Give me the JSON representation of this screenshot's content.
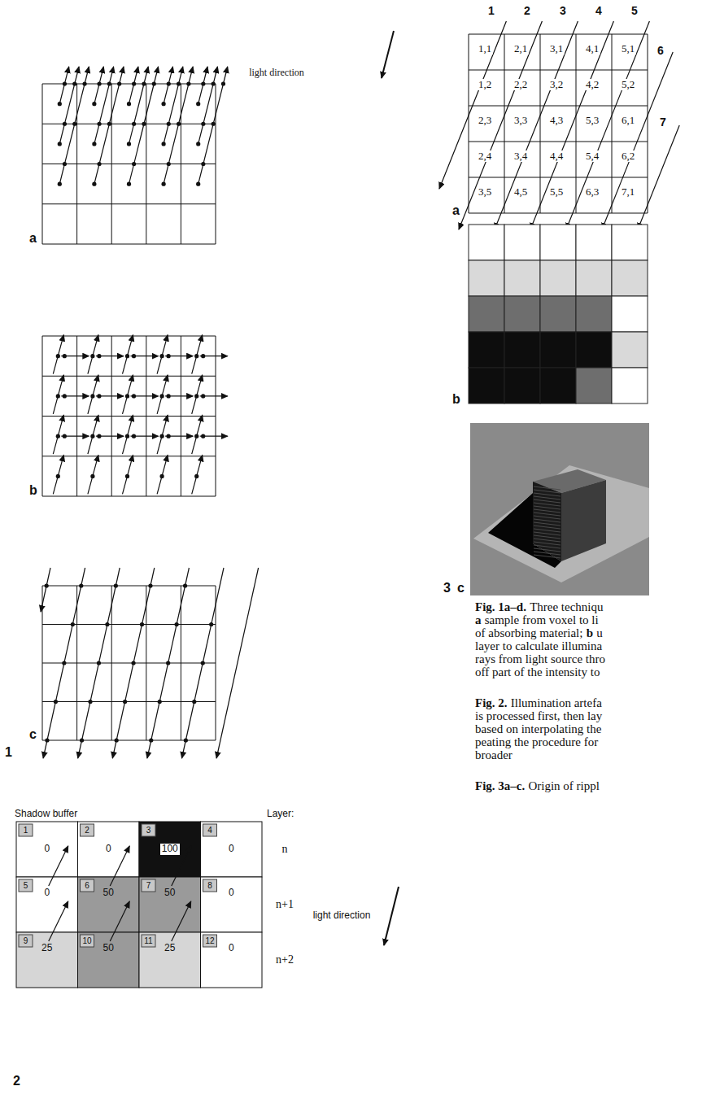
{
  "diagram": {
    "labels": [
      "light direction",
      "a",
      "b",
      "c",
      "1",
      "Shadow buffer",
      "Layer:",
      "light direction",
      "1",
      "2",
      "3",
      "4",
      "5",
      "6",
      "7",
      "8",
      "9",
      "10",
      "11",
      "12",
      "0",
      "0",
      "100",
      "0",
      "0",
      "50",
      "50",
      "0",
      "25",
      "50",
      "25",
      "0",
      "n",
      "n+1",
      "n+2",
      "2",
      "1",
      "2",
      "3",
      "4",
      "5",
      "6",
      "7",
      "1,1",
      "2,1",
      "3,1",
      "4,1",
      "5,1",
      "1,2",
      "2,2",
      "3,2",
      "4,2",
      "5,2",
      "2,3",
      "3,3",
      "4,3",
      "5,3",
      "6,1",
      "2,4",
      "3,4",
      "4,4",
      "5,4",
      "6,2",
      "3,5",
      "4,5",
      "5,5",
      "6,3",
      "7,1",
      "a",
      "b",
      "3",
      "c",
      "Fig. 1a–d.",
      "Three techniqu",
      "a",
      "sample from voxel to li",
      "of absorbing material;",
      "b",
      "u",
      "layer to calculate illumina",
      "rays from light source thro",
      "off part of the intensity to",
      "Fig. 2.",
      "Illumination artefa",
      "is processed first, then lay",
      "based on interpolating the",
      "peating the procedure for",
      "broader",
      "Fig. 3a–c.",
      "Origin of rippl"
    ]
  }
}
